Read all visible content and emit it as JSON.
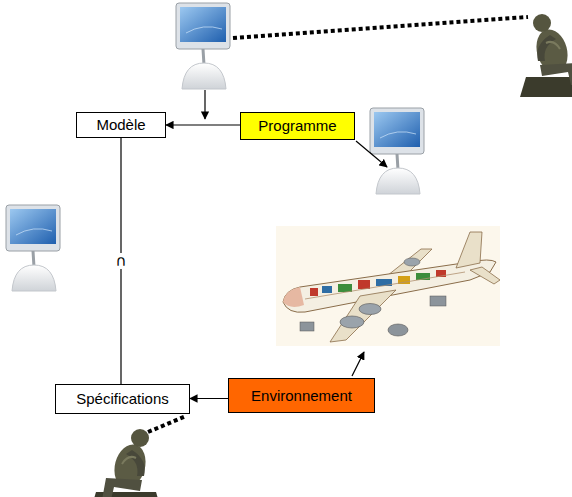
{
  "diagram": {
    "nodes": [
      {
        "text": [
          "Modèle"
        ]
      },
      {
        "text": [
          "Programme"
        ]
      },
      {
        "text": [
          "Spécifications"
        ]
      },
      {
        "text": [
          "Environnement"
        ]
      }
    ],
    "edges": [
      {
        "from": 1,
        "to": 0,
        "arrow": "to"
      },
      {
        "from": 0,
        "to": 2,
        "arrow": "none",
        "label": "∩"
      },
      {
        "from": 3,
        "to": 2,
        "arrow": "to"
      }
    ]
  }
}
